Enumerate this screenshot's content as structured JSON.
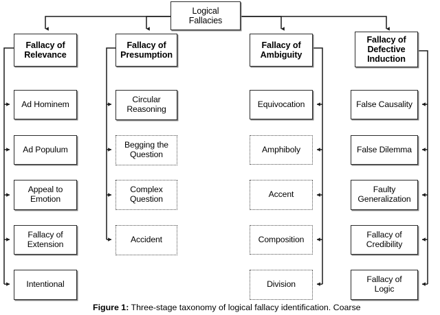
{
  "figure": {
    "root": {
      "label": "Logical\nFallacies",
      "style": "solid"
    },
    "caption_label": "Figure 1:",
    "caption_text": " Three-stage taxonomy of logical fallacy identification. Coarse",
    "colors": {
      "box_border": "#2b2b2b",
      "dotted_border": "#4a4a4a",
      "shadow": "#7d7d7d",
      "wire": "#1a1a1a",
      "background": "#ffffff"
    },
    "columns": [
      {
        "header": "Fallacy of\nRelevance",
        "header_style": "solid",
        "connector_side": "left",
        "children": [
          {
            "label": "Ad Hominem",
            "style": "solid"
          },
          {
            "label": "Ad Populum",
            "style": "solid"
          },
          {
            "label": "Appeal to\nEmotion",
            "style": "solid"
          },
          {
            "label": "Fallacy of\nExtension",
            "style": "solid"
          },
          {
            "label": "Intentional",
            "style": "solid"
          }
        ]
      },
      {
        "header": "Fallacy of\nPresumption",
        "header_style": "solid",
        "connector_side": "left",
        "children": [
          {
            "label": "Circular\nReasoning",
            "style": "solid"
          },
          {
            "label": "Begging the\nQuestion",
            "style": "dotted"
          },
          {
            "label": "Complex\nQuestion",
            "style": "dotted"
          },
          {
            "label": "Accident",
            "style": "dotted"
          }
        ]
      },
      {
        "header": "Fallacy of\nAmbiguity",
        "header_style": "solid",
        "connector_side": "right",
        "children": [
          {
            "label": "Equivocation",
            "style": "solid"
          },
          {
            "label": "Amphiboly",
            "style": "dotted"
          },
          {
            "label": "Accent",
            "style": "dotted"
          },
          {
            "label": "Composition",
            "style": "dotted"
          },
          {
            "label": "Division",
            "style": "dotted"
          }
        ]
      },
      {
        "header": "Fallacy of\nDefective\nInduction",
        "header_style": "solid",
        "connector_side": "right",
        "children": [
          {
            "label": "False Causality",
            "style": "solid"
          },
          {
            "label": "False Dilemma",
            "style": "solid"
          },
          {
            "label": "Faulty\nGeneralization",
            "style": "solid"
          },
          {
            "label": "Fallacy of\nCredibility",
            "style": "solid"
          },
          {
            "label": "Fallacy of\nLogic",
            "style": "solid"
          }
        ]
      }
    ]
  }
}
